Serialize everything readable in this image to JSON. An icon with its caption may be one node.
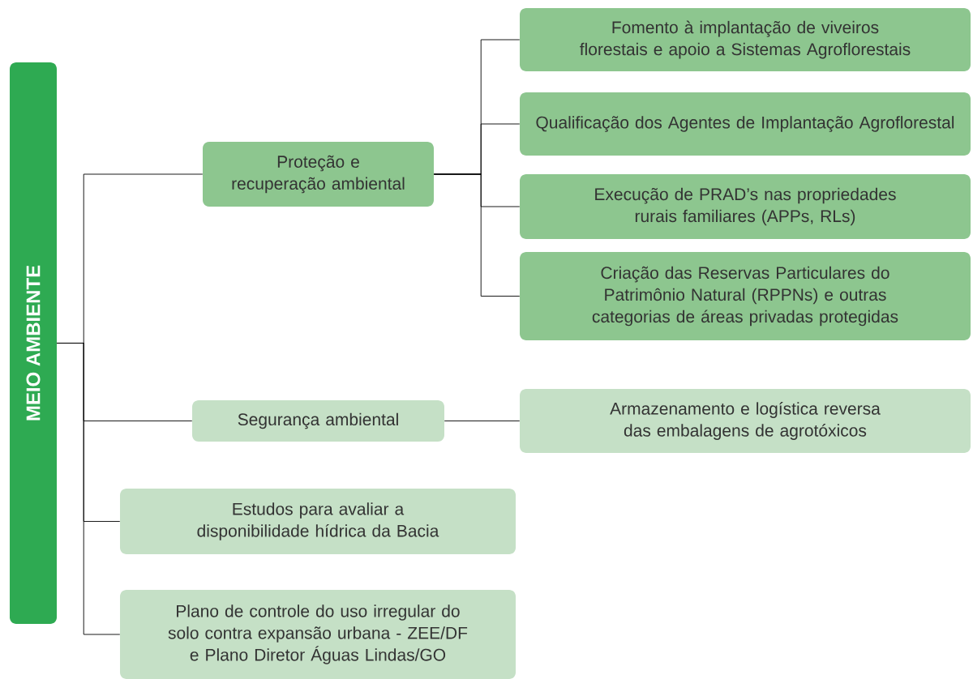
{
  "diagram": {
    "nodes": [
      {
        "text": [
          "MEIO AMBIENTE"
        ]
      },
      {
        "text": [
          "Proteção e recuperação ambiental"
        ]
      },
      {
        "text": [
          "Fomento à implantação de viveiros florestais e apoio a Sistemas Agroflorestais"
        ]
      },
      {
        "text": [
          "Qualificação dos Agentes de Implantação Agroflorestal"
        ]
      },
      {
        "text": [
          "Execução de PRAD’s nas propriedades rurais familiares (APPs, RLs)"
        ]
      },
      {
        "text": [
          "Criação das Reservas Particulares do Patrimônio Natural (RPPNs) e outras categorias de áreas privadas protegidas"
        ]
      },
      {
        "text": [
          "Segurança ambiental"
        ]
      },
      {
        "text": [
          "Armazenamento e logística reversa das embalagens de agrotóxicos"
        ]
      },
      {
        "text": [
          "Estudos para avaliar a disponibilidade hídrica da Bacia"
        ]
      },
      {
        "text": [
          "Plano de controle do uso irregular do solo contra expansão urbana - ZEE/DF e Plano Diretor Águas Lindas/GO"
        ]
      }
    ],
    "edges": [
      {
        "from": 0,
        "to": 1,
        "arrow": "none"
      },
      {
        "from": 0,
        "to": 6,
        "arrow": "none"
      },
      {
        "from": 0,
        "to": 8,
        "arrow": "none"
      },
      {
        "from": 0,
        "to": 9,
        "arrow": "none"
      },
      {
        "from": 1,
        "to": 2,
        "arrow": "none"
      },
      {
        "from": 1,
        "to": 3,
        "arrow": "none"
      },
      {
        "from": 1,
        "to": 4,
        "arrow": "none"
      },
      {
        "from": 1,
        "to": 5,
        "arrow": "none"
      },
      {
        "from": 6,
        "to": 7,
        "arrow": "none"
      }
    ]
  }
}
